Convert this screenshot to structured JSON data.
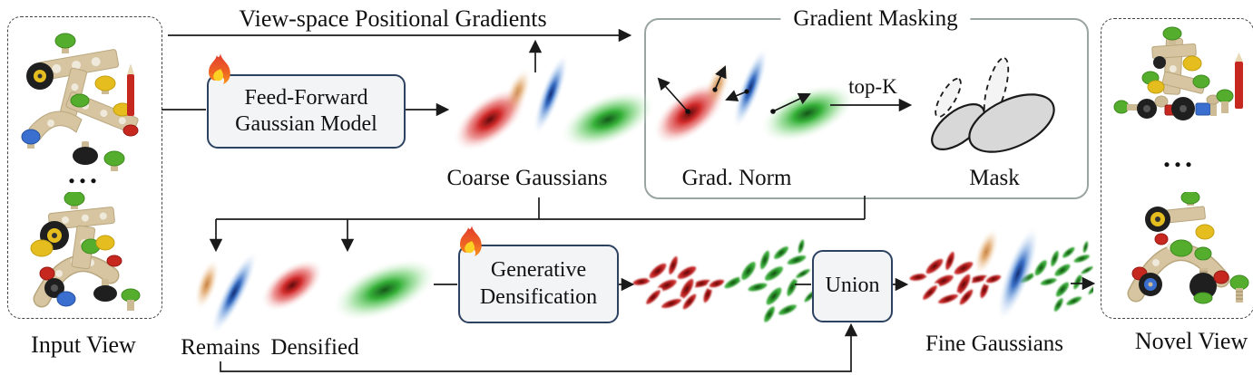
{
  "top_label": "View-space Positional Gradients",
  "boxes": {
    "feed_forward": {
      "line1": "Feed-Forward",
      "line2": "Gaussian Model"
    },
    "generative": {
      "line1": "Generative",
      "line2": "Densification"
    },
    "union": {
      "label": "Union"
    }
  },
  "gradient_masking": {
    "title": "Gradient Masking",
    "grad_norm_label": "Grad. Norm",
    "topk_label": "top-K",
    "mask_label": "Mask"
  },
  "labels": {
    "coarse": "Coarse Gaussians",
    "remains": "Remains",
    "densified": "Densified",
    "fine": "Fine Gaussians"
  },
  "panels": {
    "input": {
      "label": "Input View",
      "ellipsis": "..."
    },
    "novel": {
      "label": "Novel View",
      "ellipsis": "..."
    }
  },
  "icons": {
    "flame": "🔥"
  },
  "colors": {
    "box_border": "#2c4260",
    "box_fill": "#f2f4f6",
    "gm_border": "#9aa4a2",
    "arrow": "#1a1a1a",
    "gaussian_red": "#cf2323",
    "gaussian_green": "#2fae32",
    "gaussian_blue": "#2f66c0",
    "gaussian_orange": "#dd9b58",
    "mask_fill": "#d8d8d8"
  }
}
